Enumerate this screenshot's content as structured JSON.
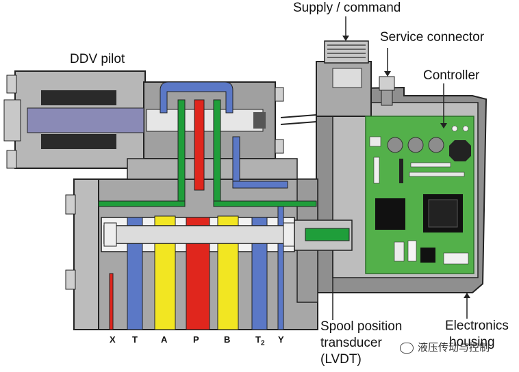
{
  "labels": {
    "supply_command": "Supply / command",
    "service_connector": "Service connector",
    "ddv_pilot": "DDV pilot",
    "controller": "Controller",
    "spool_line1": "Spool position",
    "spool_line2": "transducer",
    "spool_line3": "(LVDT)",
    "electronics_line1": "Electronics",
    "electronics_line2": "housing"
  },
  "ports": {
    "x": "X",
    "t": "T",
    "a": "A",
    "p": "P",
    "b": "B",
    "t2_main": "T",
    "t2_sub": "2",
    "y": "Y"
  },
  "watermark": "液压传动与控制",
  "colors": {
    "pressure": "#e0261d",
    "tank": "#5b78c6",
    "work": "#f2e622",
    "pilot": "#1f9e3a",
    "body": "#a7a7a7",
    "pcb": "#53b04a"
  }
}
